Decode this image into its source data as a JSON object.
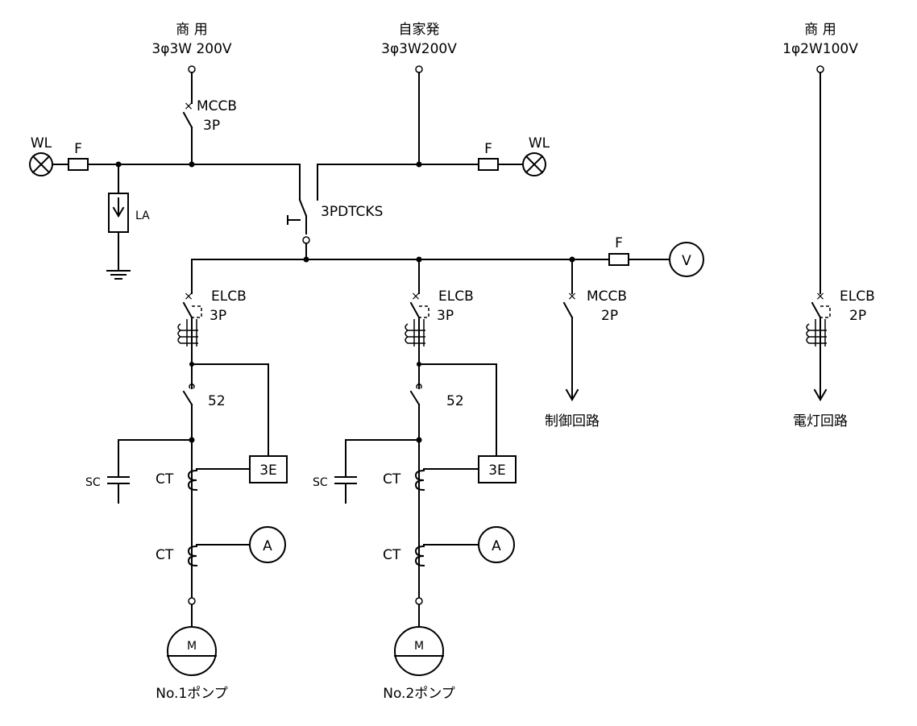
{
  "sources": {
    "commercial_3p": {
      "line1": "商 用",
      "line2": "3φ3W 200V"
    },
    "generator": {
      "line1": "自家発",
      "line2": "3φ3W200V"
    },
    "commercial_1p": {
      "line1": "商 用",
      "line2": "1φ2W100V"
    }
  },
  "left_feed": {
    "mccb": "MCCB",
    "poles": "3P",
    "wl": "WL",
    "fuse": "F",
    "la": "LA"
  },
  "right_feed": {
    "fuse": "F",
    "wl": "WL"
  },
  "transfer_switch": "3PDTCKS",
  "bus": {
    "fuse": "F",
    "voltmeter": "V"
  },
  "branches": [
    {
      "elcb": "ELCB",
      "poles": "3P",
      "contactor": "52",
      "relay": "3E",
      "sc": "SC",
      "ct1": "CT",
      "ct2": "CT",
      "ammeter": "A",
      "motor": "M",
      "name": "No.1ポンプ"
    },
    {
      "elcb": "ELCB",
      "poles": "3P",
      "contactor": "52",
      "relay": "3E",
      "sc": "SC",
      "ct1": "CT",
      "ct2": "CT",
      "ammeter": "A",
      "motor": "M",
      "name": "No.2ポンプ"
    }
  ],
  "control": {
    "breaker": "MCCB",
    "poles": "2P",
    "name": "制御回路"
  },
  "lighting": {
    "breaker": "ELCB",
    "poles": "2P",
    "name": "電灯回路"
  }
}
